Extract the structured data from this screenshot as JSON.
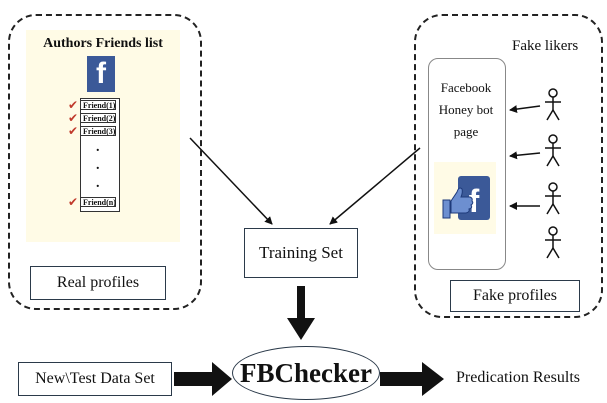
{
  "real_panel": {
    "list_title": "Authors Friends list",
    "friends": [
      "Friend(1)",
      "Friend(2)",
      "Friend(3)",
      ".",
      ".",
      ".",
      "Friend(n)"
    ],
    "icon": "facebook-logo-icon",
    "label": "Real profiles"
  },
  "fake_panel": {
    "title": "Fake likers",
    "page_lines": [
      "Facebook",
      "Honey bot",
      "page"
    ],
    "icon": "facebook-like-icon",
    "person_icon": "stick-figure-icon",
    "label": "Fake profiles"
  },
  "training_set": "Training Set",
  "test_data": "New\\Test Data Set",
  "checker": "FBChecker",
  "results": "Predication Results",
  "colors": {
    "facebook_blue": "#3b5998",
    "check_red": "#c0392b",
    "note_background": "#fffbe6"
  }
}
